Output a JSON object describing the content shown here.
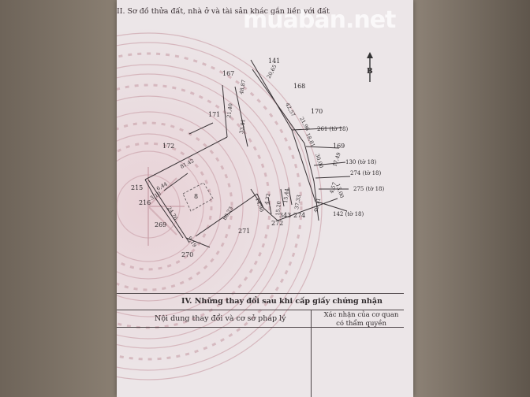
{
  "document": {
    "section_title": "II. Sơ đồ thửa đất, nhà ở và tài sản khác gắn liền với đất",
    "watermark": "muaban.net",
    "north_label": "B"
  },
  "map": {
    "parcel_labels": [
      "141",
      "167",
      "168",
      "170",
      "171",
      "172",
      "261 (tờ 18)",
      "169",
      "130 (tờ 18)",
      "274 (tờ 18)",
      "275 (tờ 18)",
      "142 (tờ 18)",
      "215",
      "216",
      "269",
      "270",
      "271",
      "272",
      "343",
      "274",
      "8"
    ],
    "dimension_labels": [
      "20,65",
      "48,87",
      "42,57",
      "21,40",
      "33,81",
      "21,96",
      "18,81",
      "30,00",
      "17,49",
      "13,00",
      "81,42",
      "6,44",
      "3,10",
      "24,76",
      "9,19",
      "80,23",
      "14,90",
      "4,72",
      "15,20",
      "15,44",
      "37,33",
      "49,11",
      "4,57"
    ]
  },
  "table": {
    "title": "IV. Những thay đổi sau khi cấp giấy chứng nhận",
    "col1_header": "Nội dung thay đổi và cơ sở pháp lý",
    "col2_header_line1": "Xác nhận của cơ quan",
    "col2_header_line2": "có thẩm quyền"
  }
}
